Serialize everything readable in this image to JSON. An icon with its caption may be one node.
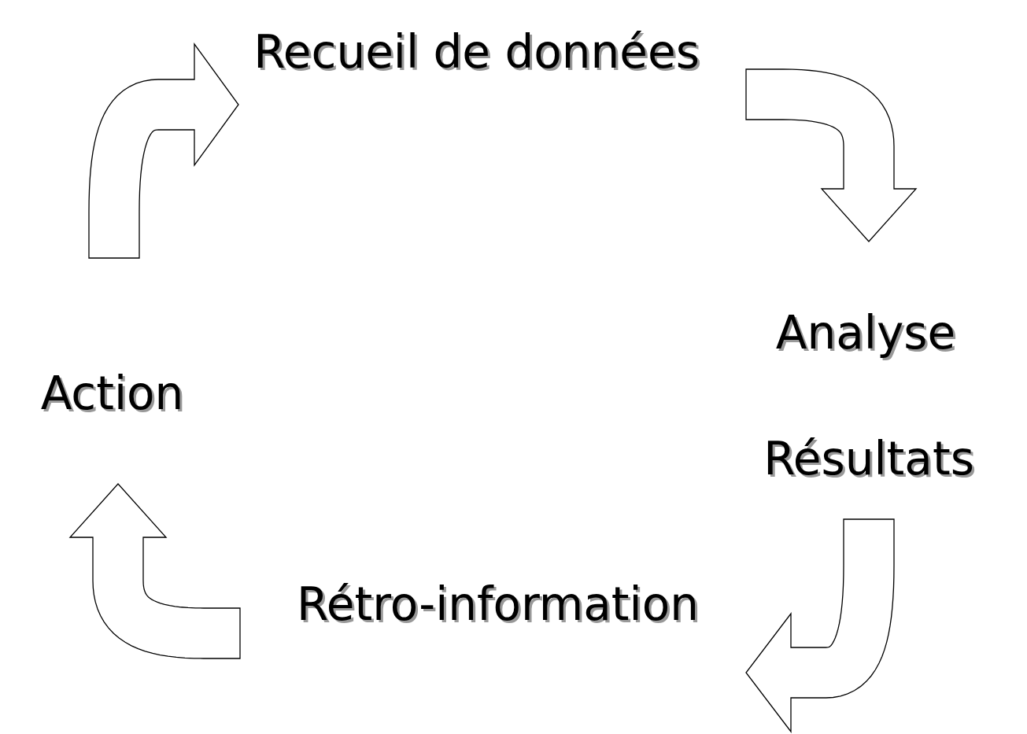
{
  "diagram": {
    "nodes": [
      {
        "text": [
          "Recueil de données"
        ]
      },
      {
        "text": [
          "Analyse"
        ]
      },
      {
        "text": [
          "Résultats"
        ]
      },
      {
        "text": [
          "Rétro-information"
        ]
      },
      {
        "text": [
          "Action"
        ]
      }
    ],
    "edges": [
      {
        "from": 0,
        "to": 1,
        "arrow": "to"
      },
      {
        "from": 2,
        "to": 3,
        "arrow": "to"
      },
      {
        "from": 3,
        "to": 4,
        "arrow": "to"
      },
      {
        "from": 4,
        "to": 0,
        "arrow": "to"
      }
    ]
  }
}
